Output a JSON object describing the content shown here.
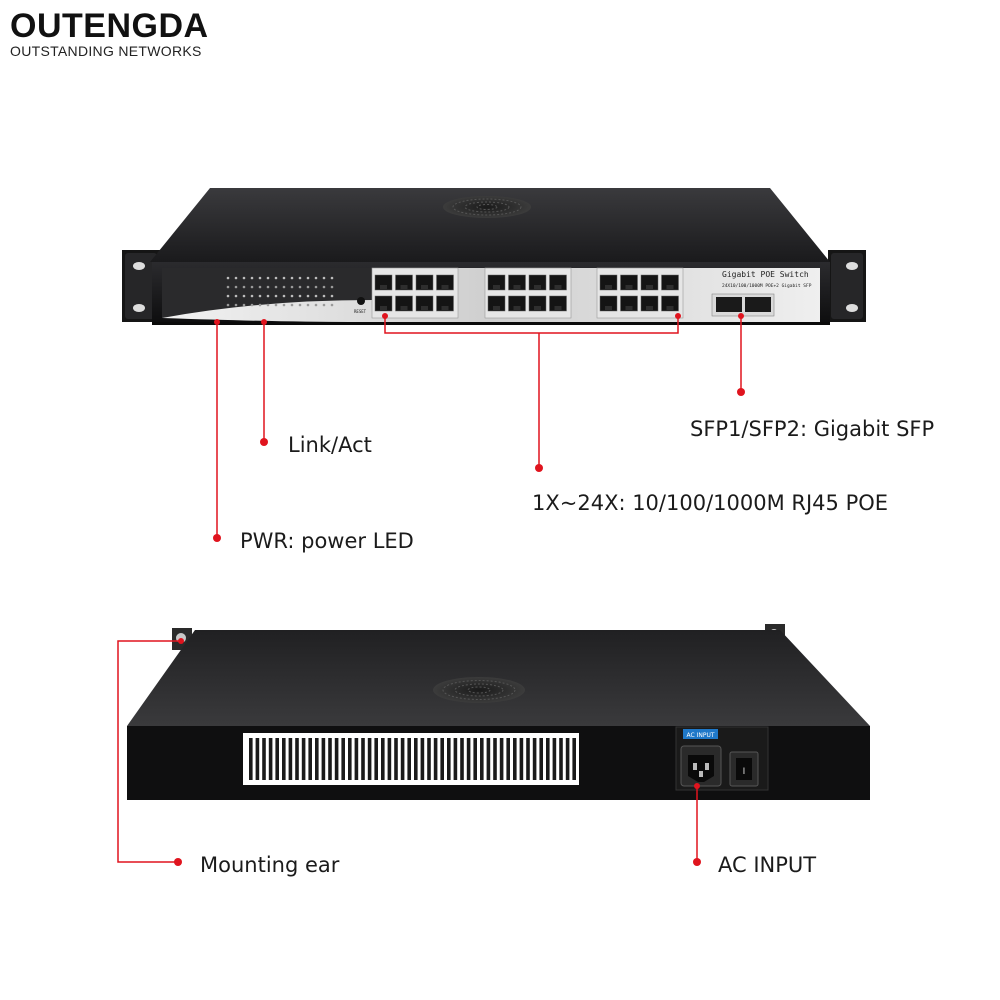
{
  "brand": {
    "name": "OUTENGDA",
    "tagline": "OUTSTANDING NETWORKS"
  },
  "front_panel": {
    "product_label": "Gigabit POE Switch",
    "product_sublabel": "24X10/100/1000M POE+2 Gigabit SFP",
    "reset_label": "RESET",
    "rj45_port_count": 24,
    "sfp_port_count": 2
  },
  "rear_panel": {
    "ac_input_label": "AC INPUT"
  },
  "callouts": {
    "link_act": "Link/Act",
    "pwr": "PWR: power LED",
    "rj45": "1X~24X: 10/100/1000M RJ45 POE",
    "sfp": "SFP1/SFP2: Gigabit SFP",
    "mounting_ear": "Mounting ear",
    "ac_input": "AC INPUT"
  },
  "colors": {
    "accent_red": "#e0141e",
    "chassis_dark": "#1c1c1e",
    "chassis_top": "#2a2a2c",
    "ac_label_blue": "#1f78c8"
  },
  "icons": {
    "fan_grille": "fan-grille-icon",
    "power_socket": "power-socket-icon",
    "power_switch": "power-switch-icon"
  }
}
